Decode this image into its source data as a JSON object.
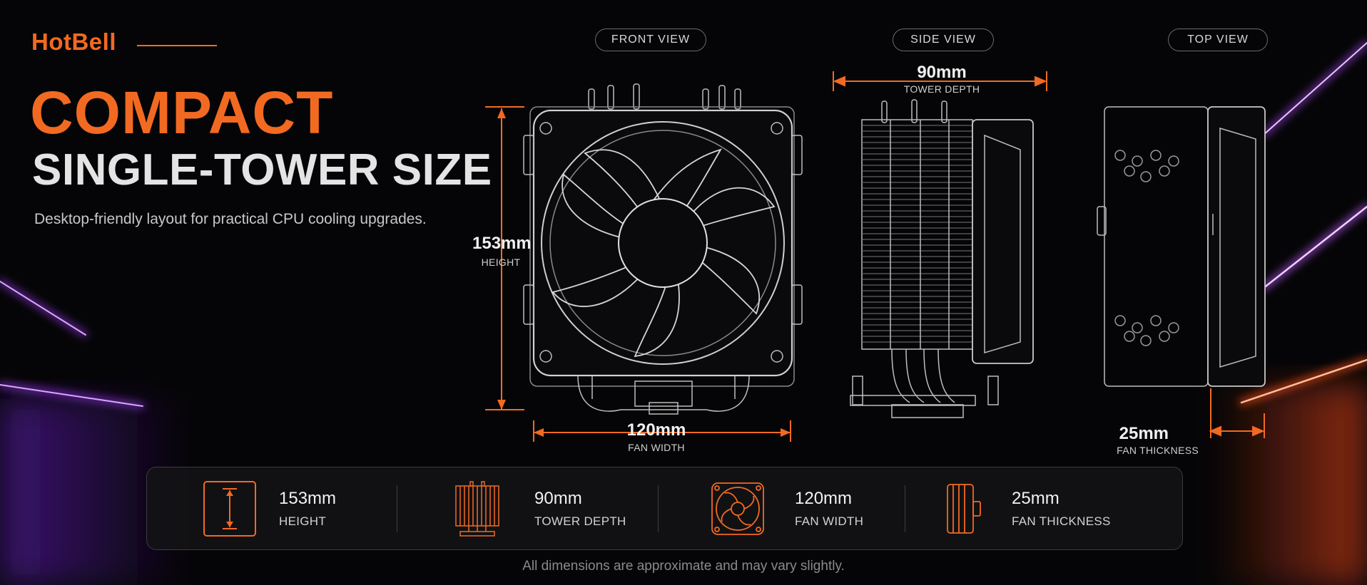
{
  "brand": "HotBell",
  "headline": {
    "line1": "COMPACT",
    "line2": "SINGLE-TOWER SIZE"
  },
  "subtitle": "Desktop-friendly layout for practical CPU cooling upgrades.",
  "views": {
    "front": "FRONT VIEW",
    "side": "SIDE VIEW",
    "top": "TOP VIEW"
  },
  "dimensions": {
    "height": {
      "value": "153mm",
      "label": "HEIGHT"
    },
    "depth": {
      "value": "90mm",
      "label": "TOWER DEPTH"
    },
    "width": {
      "value": "120mm",
      "label": "FAN WIDTH"
    },
    "thickness": {
      "value": "25mm",
      "label": "FAN THICKNESS"
    }
  },
  "specs": [
    {
      "icon": "height-icon",
      "value": "153mm",
      "label": "HEIGHT"
    },
    {
      "icon": "tower-depth-icon",
      "value": "90mm",
      "label": "TOWER DEPTH"
    },
    {
      "icon": "fan-icon",
      "value": "120mm",
      "label": "FAN WIDTH"
    },
    {
      "icon": "fan-thickness-icon",
      "value": "25mm",
      "label": "FAN THICKNESS"
    }
  ],
  "footnote": "All dimensions are approximate and may vary slightly.",
  "colors": {
    "accent": "#f26a21",
    "background": "#050507",
    "neon_purple": "#9b3cff",
    "neon_orange": "#ff5a1f"
  }
}
